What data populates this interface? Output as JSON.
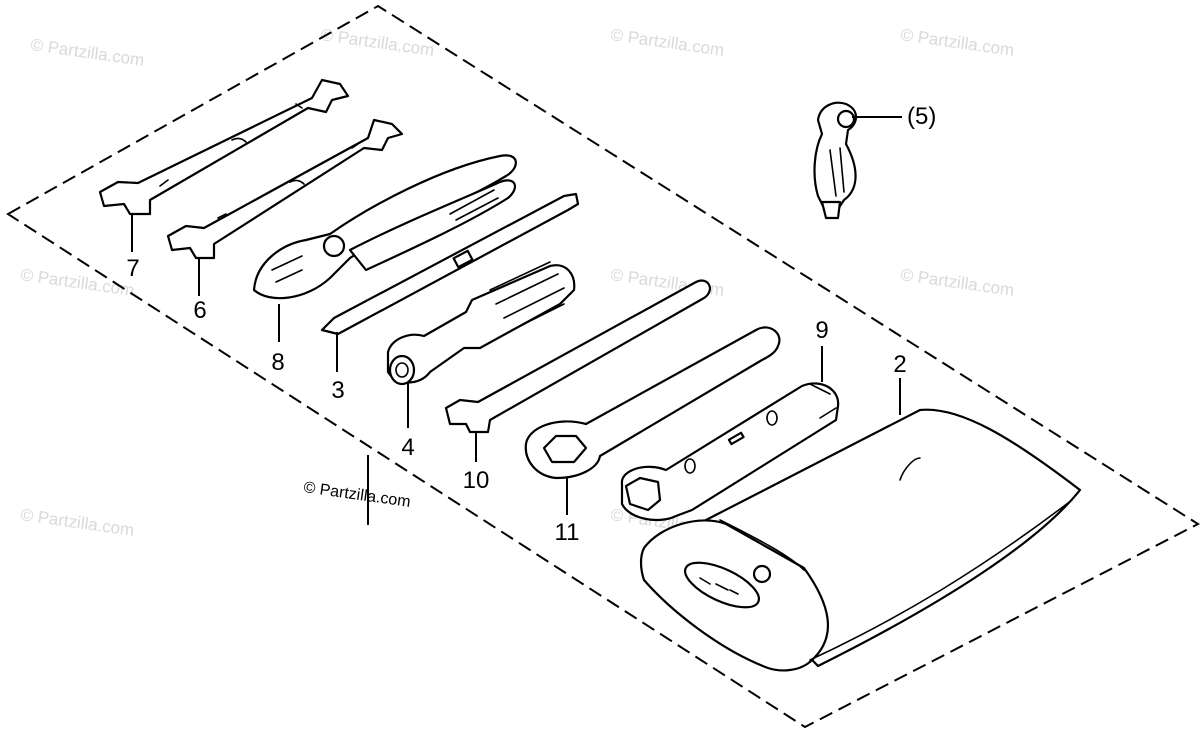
{
  "watermark": "© Partzilla.com",
  "credit": "© Partzilla.com",
  "callouts": {
    "c7": "7",
    "c6": "6",
    "c8": "8",
    "c3": "3",
    "c4": "4",
    "c10": "10",
    "c11": "11",
    "c9": "9",
    "c2": "2",
    "c5": "(5)"
  }
}
